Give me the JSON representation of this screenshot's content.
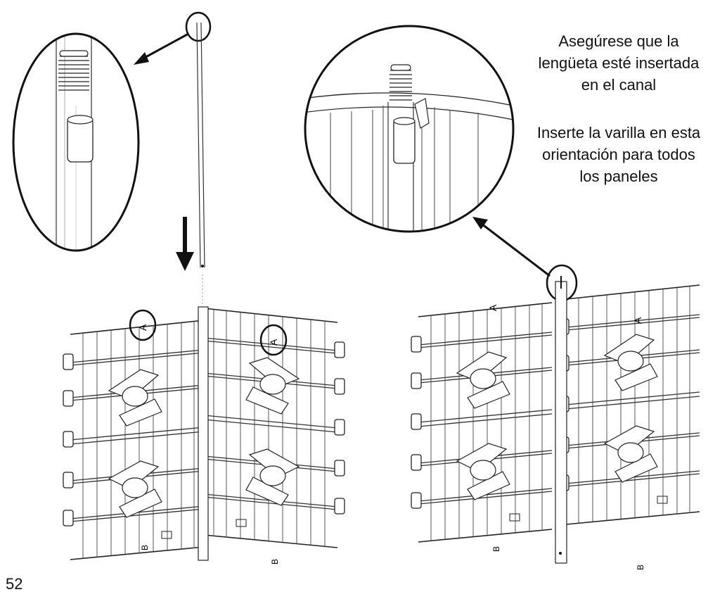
{
  "callouts": [
    [
      "Asegúrese que la",
      "lengüeta esté insertada",
      "en el canal"
    ],
    [
      "Inserte la varilla en esta",
      "orientación para todos",
      "los paneles"
    ]
  ],
  "page_number": "52",
  "panel_marks": [
    "A",
    "B"
  ]
}
